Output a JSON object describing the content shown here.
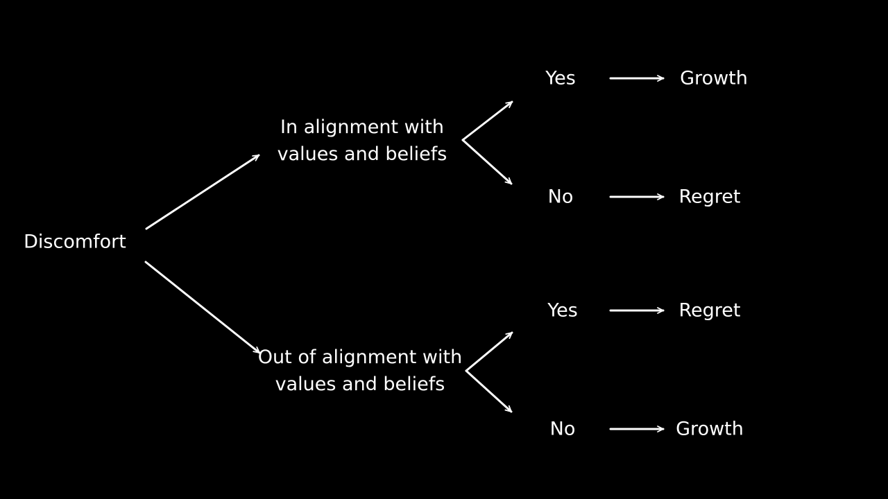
{
  "colors": {
    "background": "#000000",
    "foreground": "#ffffff"
  },
  "root": "Discomfort",
  "branches": [
    {
      "condition_lines": [
        "In alignment with",
        "values and beliefs"
      ],
      "outcomes": [
        {
          "answer": "Yes",
          "result": "Growth"
        },
        {
          "answer": "No",
          "result": "Regret"
        }
      ]
    },
    {
      "condition_lines": [
        "Out of alignment with",
        "values and beliefs"
      ],
      "outcomes": [
        {
          "answer": "Yes",
          "result": "Regret"
        },
        {
          "answer": "No",
          "result": "Growth"
        }
      ]
    }
  ]
}
